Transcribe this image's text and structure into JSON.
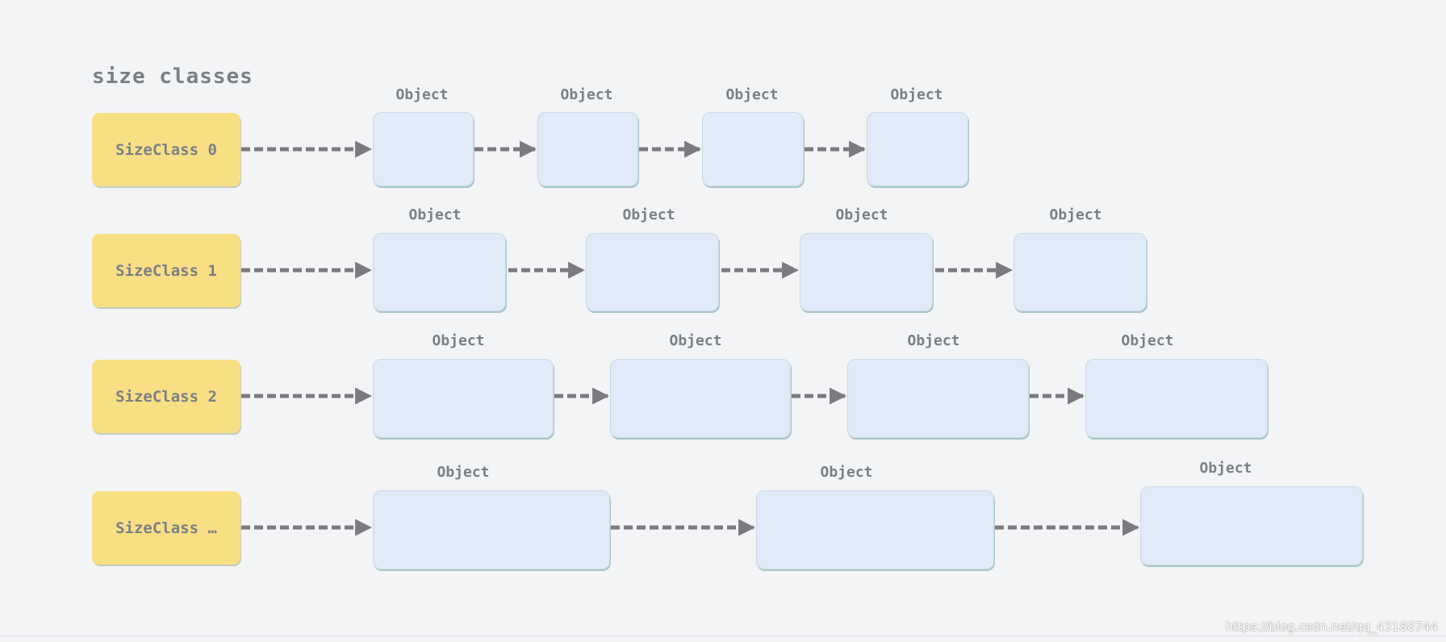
{
  "title": "size classes",
  "object_label": "Object",
  "rows": [
    {
      "name": "SizeClass 0",
      "objects": 4
    },
    {
      "name": "SizeClass 1",
      "objects": 4
    },
    {
      "name": "SizeClass 2",
      "objects": 4
    },
    {
      "name": "SizeClass …",
      "objects": 3
    }
  ],
  "watermark": "https://blog.csdn.net/qq_43188744",
  "colors": {
    "size_class_fill": "#f9df84",
    "object_fill": "#e0eaf8",
    "arrow": "#7b7b7f",
    "text": "#7b7f86",
    "background": "#f3f4f6"
  }
}
